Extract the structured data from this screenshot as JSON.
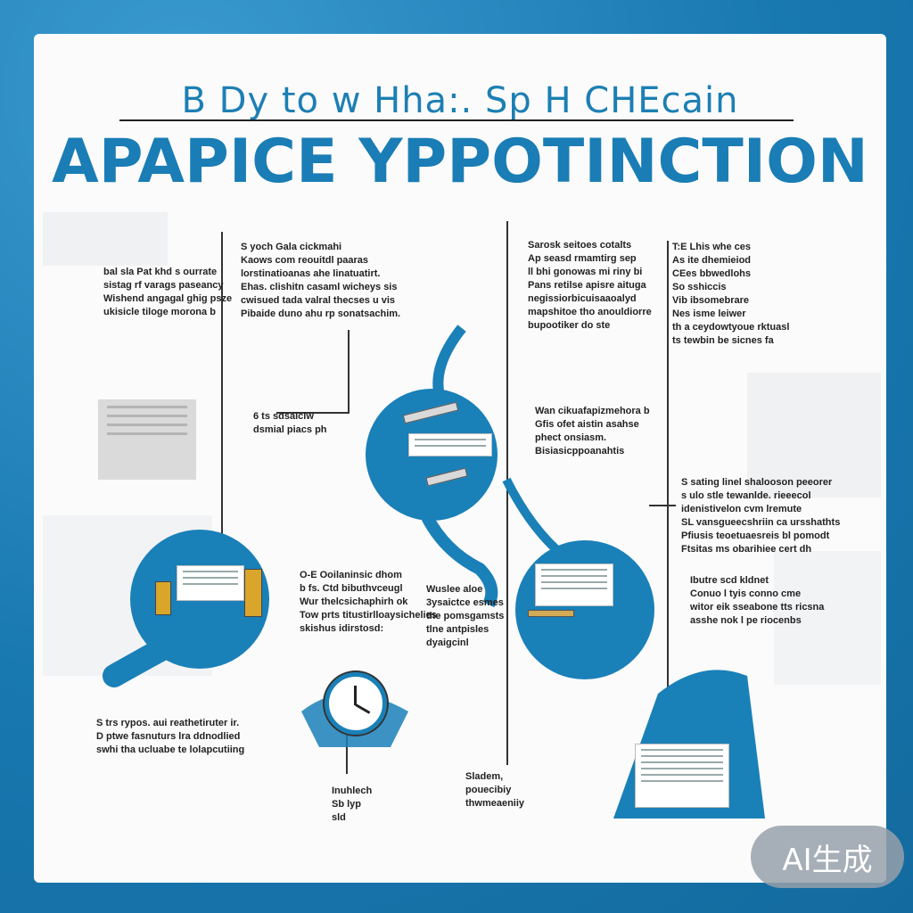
{
  "header": {
    "subtitle": "B Dy to w Hha:. Sp H CHEcain",
    "title": "APAPICE YPPOTINCTION"
  },
  "blocks": [
    {
      "id": "left-top",
      "lines": [
        "bal sla Pat khd s ourrate",
        "sistag rf varags paseancy",
        "Wishend angagal ghig psze",
        "ukisicle tiloge morona b"
      ]
    },
    {
      "id": "mid-top",
      "lines": [
        "S yoch Gala cickmahi",
        "Kaows com reouitdl paaras",
        "lorstinatioanas ahe linatuatirt.",
        "Ehas. clishitn casaml wicheys sis",
        "cwisued tada valral thecses u vis",
        "Pibaide duno ahu rp sonatsachim."
      ]
    },
    {
      "id": "right-top",
      "lines": [
        "Sarosk seitoes cotalts",
        "Ap seasd rmamtirg sep",
        "ll bhi gonowas mi riny bi",
        "Pans retilse apisre aituga",
        "negissiorbicuisaaoalyd",
        "mapshitoe tho anouldiorre",
        "bupootiker do ste"
      ]
    },
    {
      "id": "far-right-top",
      "lines": [
        "T:E Lhis whe ces",
        "As ite dhemieiod",
        "CEes bbwedlohs",
        "So sshiccis",
        "Vib ibsomebrare",
        "Nes isme leiwer",
        "th a ceydowtyoue rktuasl",
        "ts tewbin be sicnes fa"
      ]
    },
    {
      "id": "center-mid",
      "lines": [
        "Wan cikuafapizmehora b",
        "Gfis ofet aistin asahse",
        "phect onsiasm.",
        "Bisiasicppoanahtis"
      ]
    },
    {
      "id": "left-mid",
      "lines": [
        "6 ts sdsaiclw",
        "dsmial piacs ph"
      ]
    },
    {
      "id": "right-mid",
      "lines": [
        "S sating linel shalooson peeorer",
        "s ulo stle tewanlde. rieeecol",
        "idenistivelon cvm lremute",
        "SL vansgueecshriin ca ursshathts",
        "Pfiusis teoetuaesreis bl pomodt",
        "Ftsitas ms obarihiee cert dh"
      ]
    },
    {
      "id": "bottom-center",
      "lines": [
        "O-E Ooilaninsic dhom",
        "b fs. Ctd bibuthvceugl",
        "Wur thelcsichaphirh ok",
        "Tow prts titustirlloaysichelies",
        "skishus idirstosd:"
      ]
    },
    {
      "id": "bottom-center-b",
      "lines": [
        "Wuslee aloe",
        "3ysaictce esmes",
        "the pomsgamsts",
        "tlne antpisles",
        "dyaigcinl"
      ]
    },
    {
      "id": "right-lower",
      "lines": [
        "Ibutre scd kldnet",
        "Conuo l tyis conno cme",
        "witor eik sseabone tts ricsna",
        "asshe nok l pe riocenbs"
      ]
    },
    {
      "id": "bottom-left",
      "lines": [
        "S trs rypos. aui reathetiruter ir.",
        "D ptwe fasnuturs lra ddnodlied",
        "swhi tha ucluabe te lolapcutiing"
      ]
    },
    {
      "id": "bottom-mid-small",
      "lines": [
        "Inuhlech",
        "Sb lyp",
        "sld"
      ]
    },
    {
      "id": "bottom-mid-right",
      "lines": [
        "Sladem,",
        "pouecibiy",
        "thwmeaeniiy"
      ]
    }
  ],
  "badge": {
    "label": "AI生成"
  },
  "colors": {
    "accent": "#1a80b8",
    "frame": "#1878b0",
    "board": "#fbfbfb"
  },
  "icons": [
    "pen-icon",
    "document-icon",
    "clock-icon",
    "hand-icon"
  ]
}
